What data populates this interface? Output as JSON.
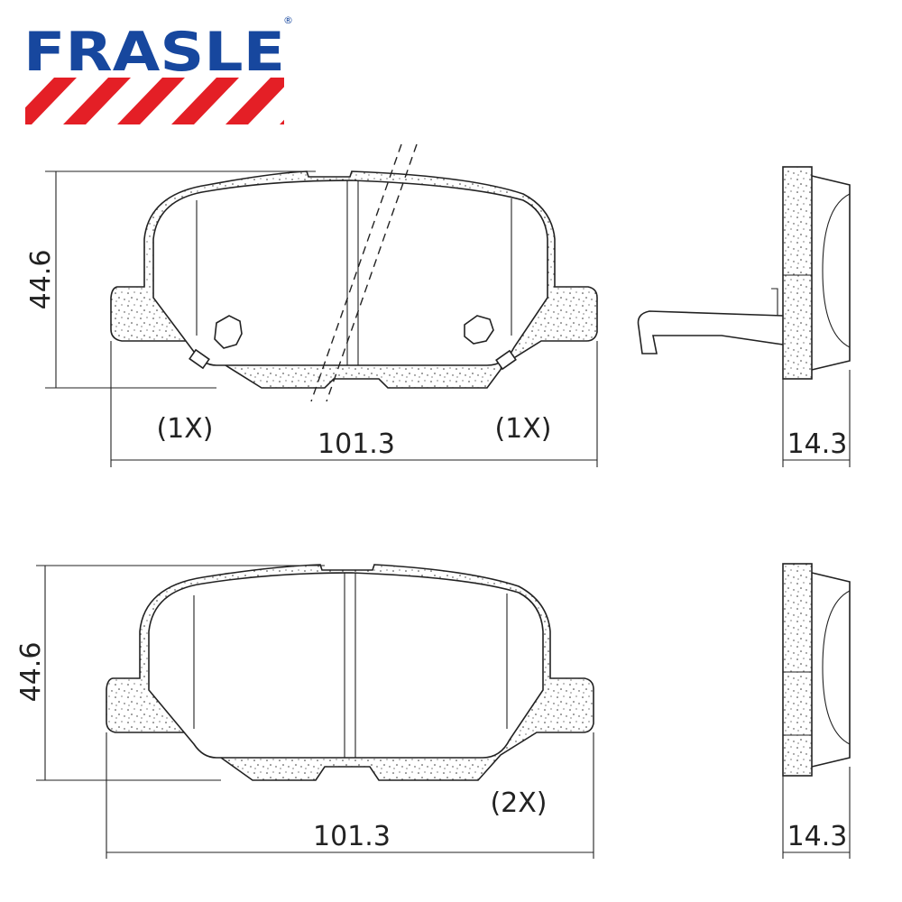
{
  "logo": {
    "text": "FRASLE",
    "registered_mark": "®",
    "colors": {
      "blue": "#17479e",
      "red": "#e41f26"
    }
  },
  "top_view": {
    "height_dim": "44.6",
    "width_dim": "101.3",
    "thickness_dim": "14.3",
    "qty_left": "(1X)",
    "qty_right": "(1X)"
  },
  "bottom_view": {
    "height_dim": "44.6",
    "width_dim": "101.3",
    "thickness_dim": "14.3",
    "qty": "(2X)"
  }
}
